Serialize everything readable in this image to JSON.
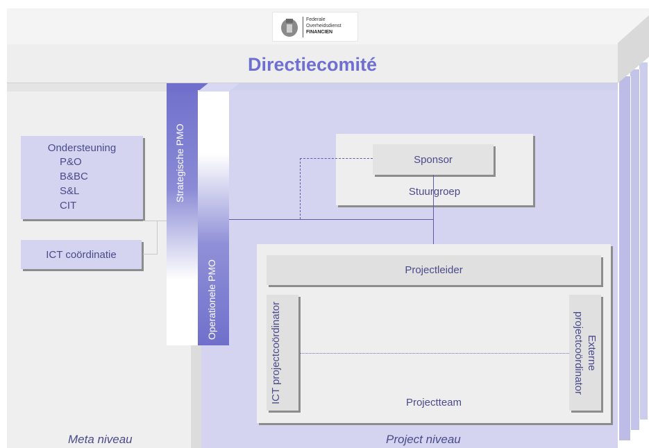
{
  "logo": {
    "line1": "Federale",
    "line2": "Overheidsdienst",
    "line3": "FINANCIEN"
  },
  "header": {
    "title": "Directiecomité"
  },
  "meta": {
    "support_title": "Ondersteuning",
    "support_items": [
      "P&O",
      "B&BC",
      "S&L",
      "CIT"
    ],
    "ict_coordination": "ICT coördinatie",
    "footer_label": "Meta niveau"
  },
  "pmo": {
    "strategic": "Strategische PMO",
    "operational": "Operationele PMO"
  },
  "project": {
    "sponsor": "Sponsor",
    "steering": "Stuurgroep",
    "project_leader": "Projectleider",
    "ict_coordinator": "ICT projectcoördinator",
    "external_coordinator": "Externe projectcoördinator",
    "team": "Projectteam",
    "footer_label": "Project niveau"
  },
  "colors": {
    "title": "#6f6fd2",
    "text": "#4a4a8a",
    "project_bg": "#d4d4f1",
    "meta_bg": "#efefef",
    "pmo_blue": "#7878cf"
  }
}
